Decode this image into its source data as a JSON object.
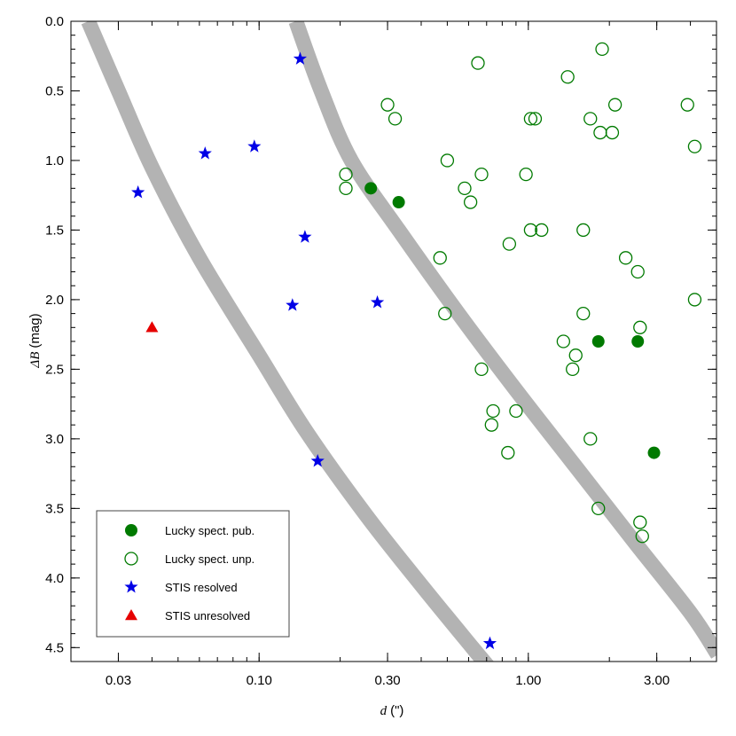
{
  "chart_data": {
    "type": "scatter",
    "xlabel_var": "d",
    "xlabel_unit": "(\")",
    "ylabel_var": "ΔB",
    "ylabel_unit": "(mag)",
    "x_scale": "log",
    "xlim": [
      0.02,
      5.0
    ],
    "ylim": [
      4.6,
      0.0
    ],
    "y_inverted": true,
    "x_ticks": [
      {
        "value": 0.03,
        "label": "0.03"
      },
      {
        "value": 0.1,
        "label": "0.10"
      },
      {
        "value": 0.3,
        "label": "0.30"
      },
      {
        "value": 1.0,
        "label": "1.00"
      },
      {
        "value": 3.0,
        "label": "3.00"
      }
    ],
    "y_ticks": [
      {
        "value": 0.0,
        "label": "0.0"
      },
      {
        "value": 0.5,
        "label": "0.5"
      },
      {
        "value": 1.0,
        "label": "1.0"
      },
      {
        "value": 1.5,
        "label": "1.5"
      },
      {
        "value": 2.0,
        "label": "2.0"
      },
      {
        "value": 2.5,
        "label": "2.5"
      },
      {
        "value": 3.0,
        "label": "3.0"
      },
      {
        "value": 3.5,
        "label": "3.5"
      },
      {
        "value": 4.0,
        "label": "4.0"
      },
      {
        "value": 4.5,
        "label": "4.5"
      }
    ],
    "legend_position": "bottom-left",
    "curves": [
      {
        "color": "#b3b3b3",
        "points": [
          [
            0.0232,
            0.0
          ],
          [
            0.03,
            0.5
          ],
          [
            0.04,
            1.05
          ],
          [
            0.06,
            1.7
          ],
          [
            0.1,
            2.4
          ],
          [
            0.15,
            2.95
          ],
          [
            0.25,
            3.55
          ],
          [
            0.4,
            4.05
          ],
          [
            0.62,
            4.5
          ],
          [
            0.72,
            4.65
          ]
        ]
      },
      {
        "color": "#b3b3b3",
        "points": [
          [
            0.137,
            0.0
          ],
          [
            0.17,
            0.5
          ],
          [
            0.22,
            1.0
          ],
          [
            0.33,
            1.5
          ],
          [
            0.55,
            2.1
          ],
          [
            0.9,
            2.65
          ],
          [
            1.5,
            3.2
          ],
          [
            2.5,
            3.75
          ],
          [
            4.0,
            4.25
          ],
          [
            5.05,
            4.55
          ]
        ]
      }
    ],
    "series": [
      {
        "name": "Lucky spect. pub.",
        "marker": "filled-circle",
        "color": "#007a00",
        "points": [
          [
            0.26,
            1.2
          ],
          [
            0.33,
            1.3
          ],
          [
            1.82,
            2.3
          ],
          [
            2.55,
            2.3
          ],
          [
            2.93,
            3.1
          ]
        ]
      },
      {
        "name": "Lucky spect. unp.",
        "marker": "open-circle",
        "color": "#007a00",
        "points": [
          [
            0.65,
            0.3
          ],
          [
            1.88,
            0.2
          ],
          [
            1.4,
            0.4
          ],
          [
            0.3,
            0.6
          ],
          [
            0.32,
            0.7
          ],
          [
            2.1,
            0.6
          ],
          [
            3.9,
            0.6
          ],
          [
            1.02,
            0.7
          ],
          [
            1.06,
            0.7
          ],
          [
            1.7,
            0.7
          ],
          [
            1.85,
            0.8
          ],
          [
            2.05,
            0.8
          ],
          [
            4.15,
            0.9
          ],
          [
            0.5,
            1.0
          ],
          [
            0.21,
            1.1
          ],
          [
            0.67,
            1.1
          ],
          [
            0.98,
            1.1
          ],
          [
            0.21,
            1.2
          ],
          [
            0.58,
            1.2
          ],
          [
            0.61,
            1.3
          ],
          [
            1.02,
            1.5
          ],
          [
            1.12,
            1.5
          ],
          [
            1.6,
            1.5
          ],
          [
            0.85,
            1.6
          ],
          [
            0.47,
            1.7
          ],
          [
            2.3,
            1.7
          ],
          [
            2.55,
            1.8
          ],
          [
            4.15,
            2.0
          ],
          [
            0.49,
            2.1
          ],
          [
            1.6,
            2.1
          ],
          [
            2.6,
            2.2
          ],
          [
            1.35,
            2.3
          ],
          [
            1.5,
            2.4
          ],
          [
            1.46,
            2.5
          ],
          [
            0.67,
            2.5
          ],
          [
            0.74,
            2.8
          ],
          [
            0.9,
            2.8
          ],
          [
            0.73,
            2.9
          ],
          [
            1.7,
            3.0
          ],
          [
            0.84,
            3.1
          ],
          [
            1.82,
            3.5
          ],
          [
            2.6,
            3.6
          ],
          [
            2.65,
            3.7
          ]
        ]
      },
      {
        "name": "STIS resolved",
        "marker": "star",
        "color": "#0000e6",
        "points": [
          [
            0.142,
            0.27
          ],
          [
            0.063,
            0.95
          ],
          [
            0.096,
            0.9
          ],
          [
            0.0355,
            1.23
          ],
          [
            0.148,
            1.55
          ],
          [
            0.133,
            2.04
          ],
          [
            0.275,
            2.02
          ],
          [
            0.165,
            3.16
          ],
          [
            0.72,
            4.47
          ]
        ]
      },
      {
        "name": "STIS unresolved",
        "marker": "triangle",
        "color": "#e60000",
        "points": [
          [
            0.04,
            2.2
          ]
        ]
      }
    ]
  }
}
